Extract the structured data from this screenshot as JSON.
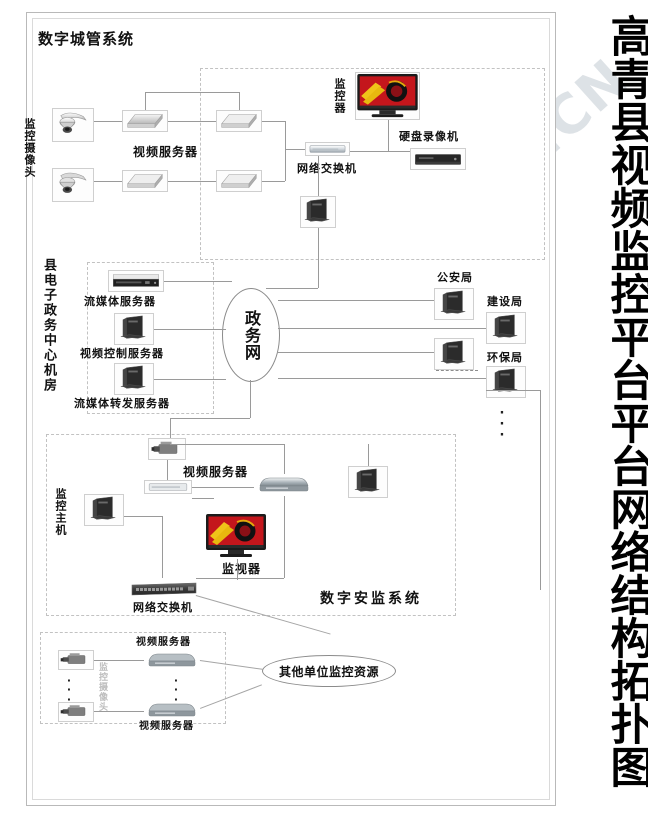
{
  "document": {
    "side_title": "高青县视频监控平台平台网络结构拓扑图",
    "watermark": "WWW.GAOQING.GOV.CN"
  },
  "sections": {
    "city_mgmt": {
      "title": "数字城管系统"
    },
    "egov_room": {
      "title": "县电子政务中心机房"
    },
    "safety": {
      "title": "数字安监系统"
    }
  },
  "city_mgmt_nodes": {
    "camera_label": "监控摄像头",
    "video_server_label": "视频服务器",
    "switch_label": "网络交换机",
    "monitor_label": "监控器",
    "dvr_label": "硬盘录像机"
  },
  "egov_nodes": {
    "stream_server": "流媒体服务器",
    "video_ctrl_server": "视频控制服务器",
    "stream_relay_server": "流媒体转发服务器",
    "network_ellipse": "政务网"
  },
  "bureaus": {
    "public_security": "公安局",
    "construction": "建设局",
    "environment": "环保局",
    "more": "·\n·\n·"
  },
  "safety_nodes": {
    "camera_label": "",
    "video_server_label_top": "视频服务器",
    "monitor_label": "监视器",
    "host_label": "监控主机",
    "switch_label": "网络交换机"
  },
  "other_units": {
    "camera_label": "监控摄像头",
    "video_server_top": "视频服务器",
    "video_server_bottom": "视频服务器",
    "ellipse_label": "其他单位监控资源",
    "vertical_dots": "·\n·\n·",
    "middle_dots": "·\n·\n·"
  },
  "colors": {
    "line": "#9a9a9a",
    "group_border": "#c2c2c2",
    "frame": "#b9b9b9",
    "watermark": "#d8dde2",
    "screen_red": "#c4161c",
    "text": "#111111"
  }
}
